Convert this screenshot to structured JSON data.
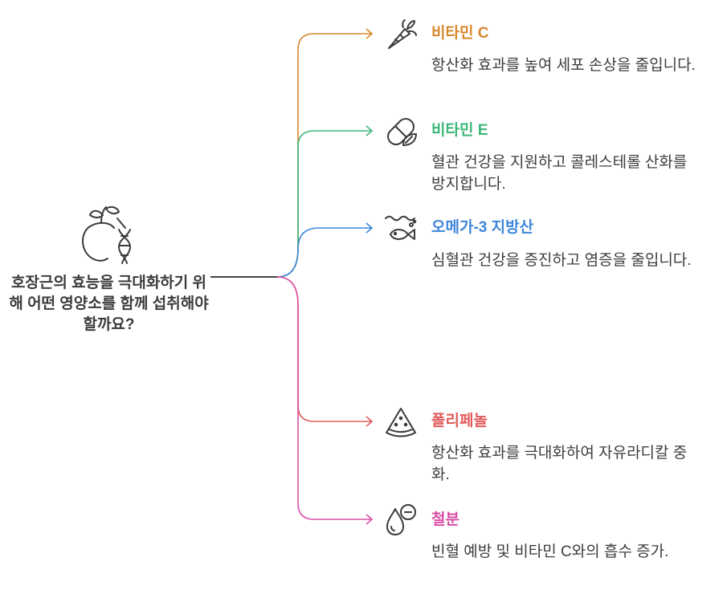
{
  "central": {
    "question": "호장근의 효능을 극대화하기 위해 어떤 영양소를 함께 섭취해야 할까요?",
    "icon": "apple-dna-icon"
  },
  "branches": [
    {
      "title": "비타민 C",
      "description": "항산화 효과를 높여 세포 손상을 줄입니다.",
      "color": "#D9882F",
      "icon": "carrot-icon"
    },
    {
      "title": "비타민 E",
      "description": "혈관 건강을 지원하고 콜레스테롤 산화를 방지합니다.",
      "color": "#3DB87A",
      "icon": "capsule-leaf-icon"
    },
    {
      "title": "오메가-3 지방산",
      "description": "심혈관 건강을 증진하고 염증을 줄입니다.",
      "color": "#3E86D9",
      "icon": "fish-icon"
    },
    {
      "title": "폴리페놀",
      "description": "항산화 효과를 극대화하여 자유라디칼 중화.",
      "color": "#E05A5A",
      "icon": "watermelon-icon"
    },
    {
      "title": "철분",
      "description": "빈혈 예방 및 비타민 C와의 흡수 증가.",
      "color": "#D94FA6",
      "icon": "drop-minus-icon"
    }
  ]
}
